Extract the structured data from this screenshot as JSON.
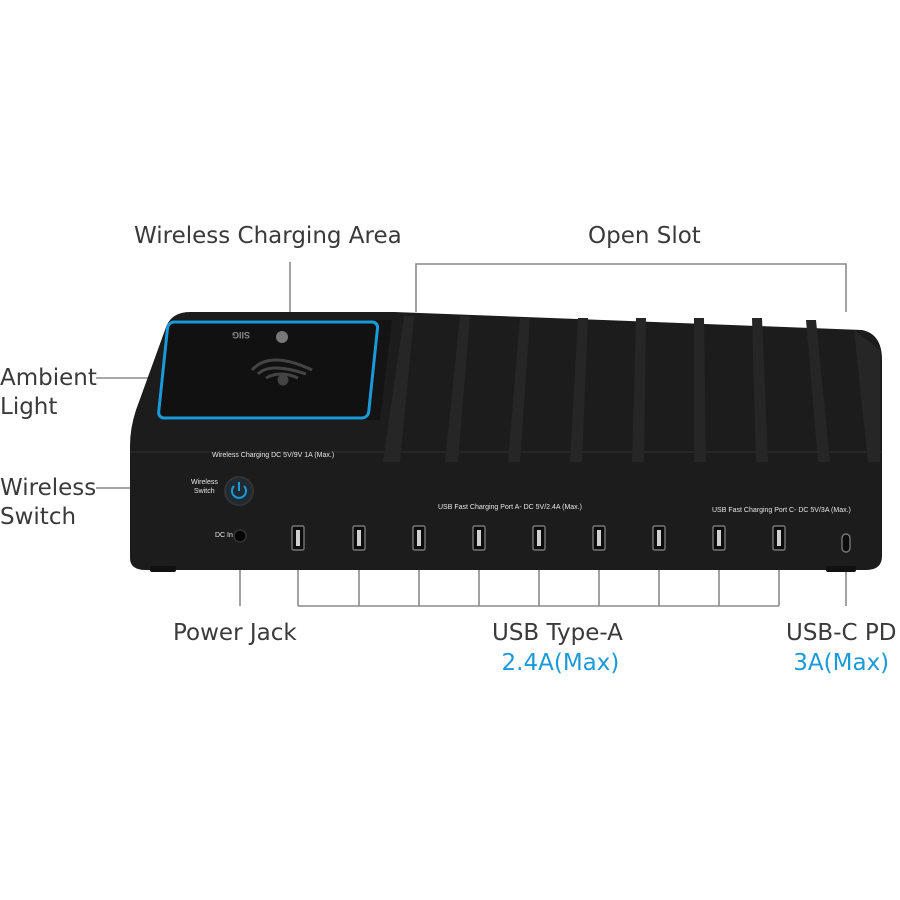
{
  "callouts": {
    "wireless_area": "Wireless Charging Area",
    "open_slot": "Open Slot",
    "ambient_light": [
      "Ambient",
      "Light"
    ],
    "wireless_switch": [
      "Wireless",
      "Switch"
    ],
    "power_jack": "Power Jack",
    "usb_a": {
      "title": "USB Type-A",
      "spec": "2.4A(Max)"
    },
    "usb_c": {
      "title": "USB-C PD",
      "spec": "3A(Max)"
    }
  },
  "device": {
    "brand": "SIIG",
    "wireless_spec": "Wireless Charging DC 5V/9V 1A (Max.)",
    "switch_label": [
      "Wireless",
      "Switch"
    ],
    "dc_in": "DC In",
    "usb_a_spec": "USB Fast Charging Port A- DC 5V/2.4A (Max.)",
    "usb_c_spec": "USB Fast Charging Port C- DC 5V/3A (Max.)",
    "usb_a_port_count": 9,
    "usb_c_port_count": 1,
    "slot_count": 8
  },
  "colors": {
    "accent": "#1a9ad8",
    "body": "#1c1c1c",
    "leader": "#8a8a8a"
  }
}
